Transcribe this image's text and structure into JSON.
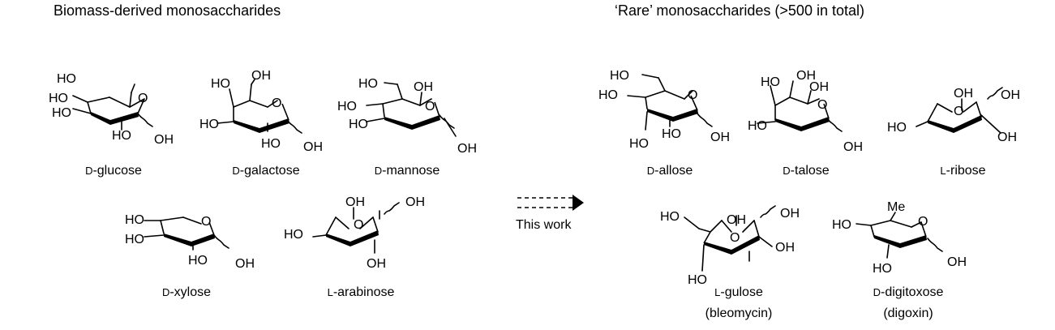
{
  "headers": {
    "left": "Biomass-derived monosaccharides",
    "right": "‘Rare’ monosaccharides (>500 in total)"
  },
  "arrow_label": "This work",
  "molecules": [
    {
      "id": "glucose",
      "prefix": "D",
      "name": "-glucose",
      "labels": [
        "HO",
        "HO",
        "HO",
        "O",
        "HO",
        "OH"
      ]
    },
    {
      "id": "galactose",
      "prefix": "D",
      "name": "-galactose",
      "labels": [
        "HO",
        "OH",
        "HO",
        "O",
        "HO",
        "OH"
      ]
    },
    {
      "id": "mannose",
      "prefix": "D",
      "name": "-mannose",
      "labels": [
        "HO",
        "HO",
        "OH",
        "O",
        "HO",
        "OH"
      ]
    },
    {
      "id": "xylose",
      "prefix": "D",
      "name": "-xylose",
      "labels": [
        "HO",
        "HO",
        "O",
        "HO",
        "OH"
      ]
    },
    {
      "id": "arabinose",
      "prefix": "L",
      "name": "-arabinose",
      "labels": [
        "OH",
        "O",
        "OH",
        "HO",
        "OH"
      ]
    },
    {
      "id": "allose",
      "prefix": "D",
      "name": "-allose",
      "labels": [
        "HO",
        "HO",
        "O",
        "HO",
        "HO",
        "OH"
      ]
    },
    {
      "id": "talose",
      "prefix": "D",
      "name": "-talose",
      "labels": [
        "HO",
        "OH",
        "OH",
        "O",
        "HO",
        "OH"
      ]
    },
    {
      "id": "ribose",
      "prefix": "L",
      "name": "-ribose",
      "labels": [
        "OH",
        "O",
        "OH",
        "HO",
        "OH"
      ]
    },
    {
      "id": "gulose",
      "prefix": "L",
      "name": "-gulose",
      "note": "(bleomycin)",
      "labels": [
        "HO",
        "OH",
        "O",
        "OH",
        "OH",
        "HO"
      ]
    },
    {
      "id": "digitoxose",
      "prefix": "D",
      "name": "-digitoxose",
      "note": "(digoxin)",
      "labels": [
        "Me",
        "HO",
        "O",
        "HO",
        "OH"
      ]
    }
  ]
}
